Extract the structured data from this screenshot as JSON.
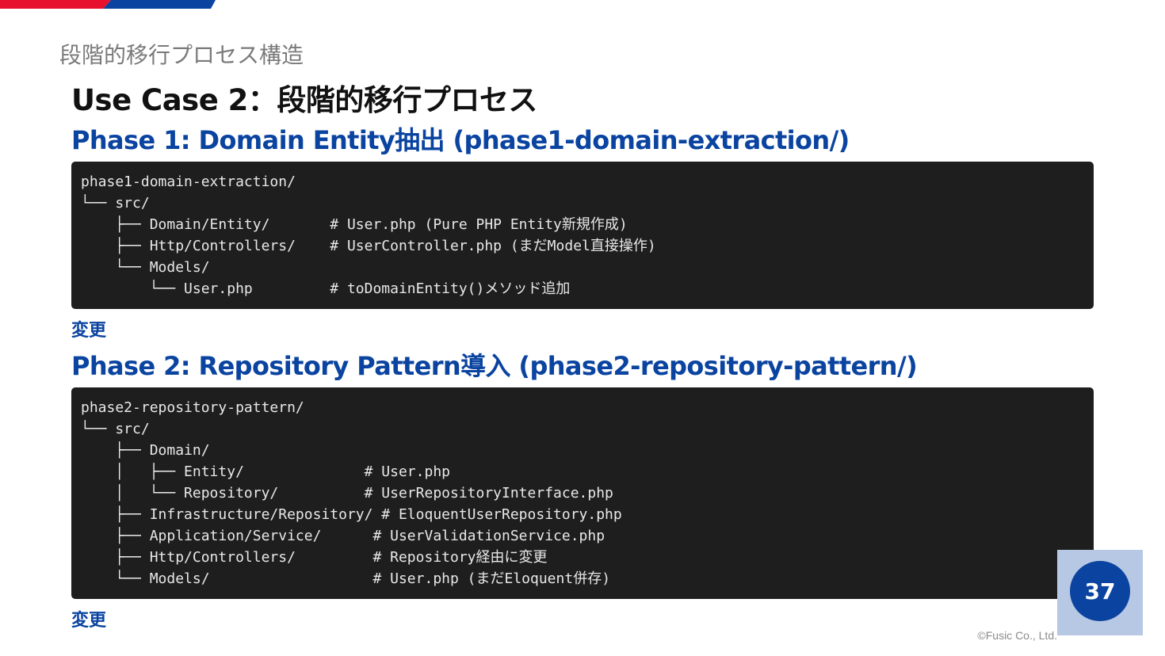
{
  "breadcrumb": "段階的移行プロセス構造",
  "title": "Use Case 2：段階的移行プロセス",
  "phase1": {
    "heading": "Phase 1: Domain Entity抽出 (phase1-domain-extraction/)",
    "code_lines": [
      "phase1-domain-extraction/",
      "└── src/",
      "    ├── Domain/Entity/       # User.php (Pure PHP Entity新規作成)",
      "    ├── Http/Controllers/    # UserController.php (まだModel直接操作)",
      "    └── Models/",
      "        └── User.php         # toDomainEntity()メソッド追加"
    ],
    "change_label": "変更"
  },
  "phase2": {
    "heading": "Phase 2: Repository Pattern導入 (phase2-repository-pattern/)",
    "code_lines": [
      "phase2-repository-pattern/",
      "└── src/",
      "    ├── Domain/",
      "    │   ├── Entity/              # User.php",
      "    │   └── Repository/          # UserRepositoryInterface.php",
      "    ├── Infrastructure/Repository/ # EloquentUserRepository.php",
      "    ├── Application/Service/      # UserValidationService.php",
      "    ├── Http/Controllers/         # Repository経由に変更",
      "    └── Models/                   # User.php (まだEloquent併存)"
    ],
    "change_label": "変更"
  },
  "page_number": "37",
  "copyright": "©Fusic Co., Ltd.",
  "colors": {
    "accent_blue": "#0a44a0",
    "accent_red": "#e8112d",
    "code_background": "#1e1e1e",
    "page_box": "#b7c8e4"
  }
}
